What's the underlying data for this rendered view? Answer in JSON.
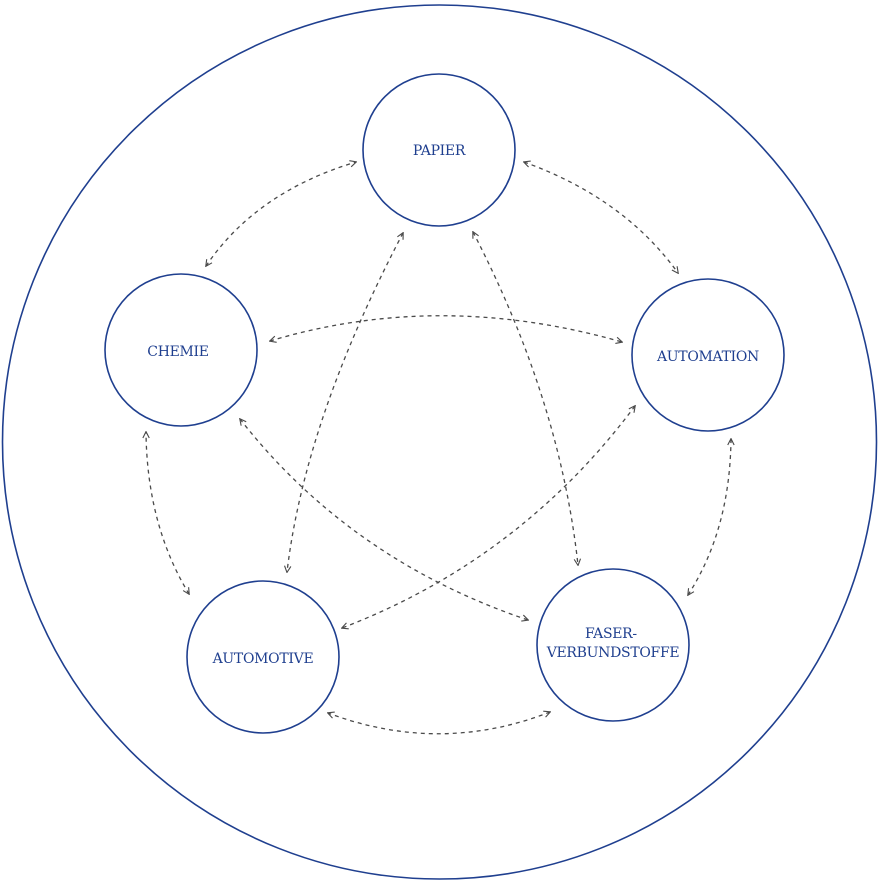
{
  "diagram": {
    "colors": {
      "ring": "#1f3f8f",
      "node_stroke": "#1f3f8f",
      "label": "#1f3f8f",
      "connector": "#4a4a4a"
    },
    "nodes": [
      {
        "id": "papier",
        "label_lines": [
          "PAPIER"
        ]
      },
      {
        "id": "automation",
        "label_lines": [
          "AUTOMATION"
        ]
      },
      {
        "id": "faser",
        "label_lines": [
          "FASER-",
          "VERBUNDSTOFFE"
        ]
      },
      {
        "id": "automotive",
        "label_lines": [
          "AUTOMOTIVE"
        ]
      },
      {
        "id": "chemie",
        "label_lines": [
          "CHEMIE"
        ]
      }
    ],
    "connections": [
      {
        "from": "papier",
        "to": "automation",
        "style": "dashed",
        "arrows": "both"
      },
      {
        "from": "automation",
        "to": "faser",
        "style": "dashed",
        "arrows": "both"
      },
      {
        "from": "faser",
        "to": "automotive",
        "style": "dashed",
        "arrows": "both"
      },
      {
        "from": "automotive",
        "to": "chemie",
        "style": "dashed",
        "arrows": "both"
      },
      {
        "from": "chemie",
        "to": "papier",
        "style": "dashed",
        "arrows": "both"
      },
      {
        "from": "chemie",
        "to": "automation",
        "style": "dashed",
        "arrows": "both"
      },
      {
        "from": "papier",
        "to": "faser",
        "style": "dashed",
        "arrows": "both"
      },
      {
        "from": "papier",
        "to": "automotive",
        "style": "dashed",
        "arrows": "both"
      },
      {
        "from": "chemie",
        "to": "faser",
        "style": "dashed",
        "arrows": "both"
      },
      {
        "from": "automation",
        "to": "automotive",
        "style": "dashed",
        "arrows": "both"
      }
    ]
  }
}
